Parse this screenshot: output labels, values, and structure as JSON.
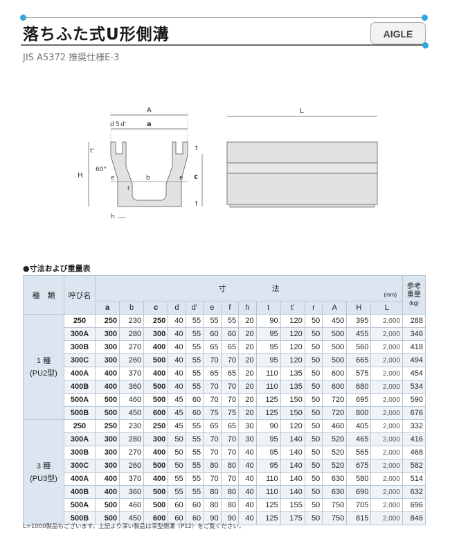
{
  "header": {
    "title": "落ちふた式U形側溝",
    "subtitle": "JIS A5372 推奨仕様E-3",
    "logo_text": "AIGLE",
    "accent_color": "#29a9e0"
  },
  "drawing": {
    "labels": {
      "A": "A",
      "L": "L",
      "d": "d",
      "five": "5",
      "d_prime": "d'",
      "a": "a",
      "t_prime": "t'",
      "t": "t",
      "H": "H",
      "c": "c",
      "angle": "60°",
      "e_left": "e",
      "b": "b",
      "e_right": "e",
      "r": "r",
      "f": "f",
      "h": "h"
    }
  },
  "table": {
    "section_label": "●寸法および重量表",
    "headers": {
      "kind": "種　類",
      "yobi": "呼び名",
      "dims": "寸　　　　　　法",
      "unit": "(mm)",
      "weight": "参考\n重量",
      "weight_unit": "(kg)",
      "cols": [
        "a",
        "b",
        "c",
        "d",
        "d'",
        "e",
        "f",
        "h",
        "t",
        "t'",
        "r",
        "A",
        "H",
        "L"
      ]
    },
    "groups": [
      {
        "kind_label": "1 種\n(PU2型)",
        "rows": [
          {
            "yobi": "250",
            "vals": [
              "250",
              "230",
              "250",
              "40",
              "55",
              "55",
              "55",
              "20",
              "90",
              "120",
              "50",
              "450",
              "395",
              "2,000"
            ],
            "weight": "288"
          },
          {
            "yobi": "300A",
            "vals": [
              "300",
              "280",
              "300",
              "40",
              "55",
              "60",
              "60",
              "20",
              "95",
              "120",
              "50",
              "500",
              "455",
              "2,000"
            ],
            "weight": "346"
          },
          {
            "yobi": "300B",
            "vals": [
              "300",
              "270",
              "400",
              "40",
              "55",
              "65",
              "65",
              "20",
              "95",
              "120",
              "50",
              "500",
              "560",
              "2,000"
            ],
            "weight": "418"
          },
          {
            "yobi": "300C",
            "vals": [
              "300",
              "260",
              "500",
              "40",
              "55",
              "70",
              "70",
              "20",
              "95",
              "120",
              "50",
              "500",
              "665",
              "2,000"
            ],
            "weight": "494"
          },
          {
            "yobi": "400A",
            "vals": [
              "400",
              "370",
              "400",
              "40",
              "55",
              "65",
              "65",
              "20",
              "110",
              "135",
              "50",
              "600",
              "575",
              "2,000"
            ],
            "weight": "454"
          },
          {
            "yobi": "400B",
            "vals": [
              "400",
              "360",
              "500",
              "40",
              "55",
              "70",
              "70",
              "20",
              "110",
              "135",
              "50",
              "600",
              "680",
              "2,000"
            ],
            "weight": "534"
          },
          {
            "yobi": "500A",
            "vals": [
              "500",
              "460",
              "500",
              "45",
              "60",
              "70",
              "70",
              "20",
              "125",
              "150",
              "50",
              "720",
              "695",
              "2,000"
            ],
            "weight": "590"
          },
          {
            "yobi": "500B",
            "vals": [
              "500",
              "450",
              "600",
              "45",
              "60",
              "75",
              "75",
              "20",
              "125",
              "150",
              "50",
              "720",
              "800",
              "2,000"
            ],
            "weight": "676"
          }
        ]
      },
      {
        "kind_label": "3 種\n(PU3型)",
        "rows": [
          {
            "yobi": "250",
            "vals": [
              "250",
              "230",
              "250",
              "45",
              "55",
              "65",
              "65",
              "30",
              "90",
              "120",
              "50",
              "460",
              "405",
              "2,000"
            ],
            "weight": "332"
          },
          {
            "yobi": "300A",
            "vals": [
              "300",
              "280",
              "300",
              "50",
              "55",
              "70",
              "70",
              "30",
              "95",
              "140",
              "50",
              "520",
              "465",
              "2,000"
            ],
            "weight": "416"
          },
          {
            "yobi": "300B",
            "vals": [
              "300",
              "270",
              "400",
              "50",
              "55",
              "70",
              "70",
              "40",
              "95",
              "140",
              "50",
              "520",
              "565",
              "2,000"
            ],
            "weight": "468"
          },
          {
            "yobi": "300C",
            "vals": [
              "300",
              "260",
              "500",
              "50",
              "55",
              "80",
              "80",
              "40",
              "95",
              "140",
              "50",
              "520",
              "675",
              "2,000"
            ],
            "weight": "582"
          },
          {
            "yobi": "400A",
            "vals": [
              "400",
              "370",
              "400",
              "55",
              "55",
              "70",
              "70",
              "40",
              "110",
              "140",
              "50",
              "630",
              "580",
              "2,000"
            ],
            "weight": "514"
          },
          {
            "yobi": "400B",
            "vals": [
              "400",
              "360",
              "500",
              "55",
              "55",
              "80",
              "80",
              "40",
              "110",
              "140",
              "50",
              "630",
              "690",
              "2,000"
            ],
            "weight": "632"
          },
          {
            "yobi": "500A",
            "vals": [
              "500",
              "460",
              "500",
              "60",
              "60",
              "80",
              "80",
              "40",
              "125",
              "155",
              "50",
              "750",
              "705",
              "2,000"
            ],
            "weight": "696"
          },
          {
            "yobi": "500B",
            "vals": [
              "500",
              "450",
              "600",
              "60",
              "60",
              "90",
              "90",
              "40",
              "125",
              "175",
              "50",
              "750",
              "815",
              "2,000"
            ],
            "weight": "846"
          }
        ]
      }
    ]
  },
  "footnote": "L=1000製品もございます。上記より深い製品は深型側溝（P12）をご覧ください。"
}
